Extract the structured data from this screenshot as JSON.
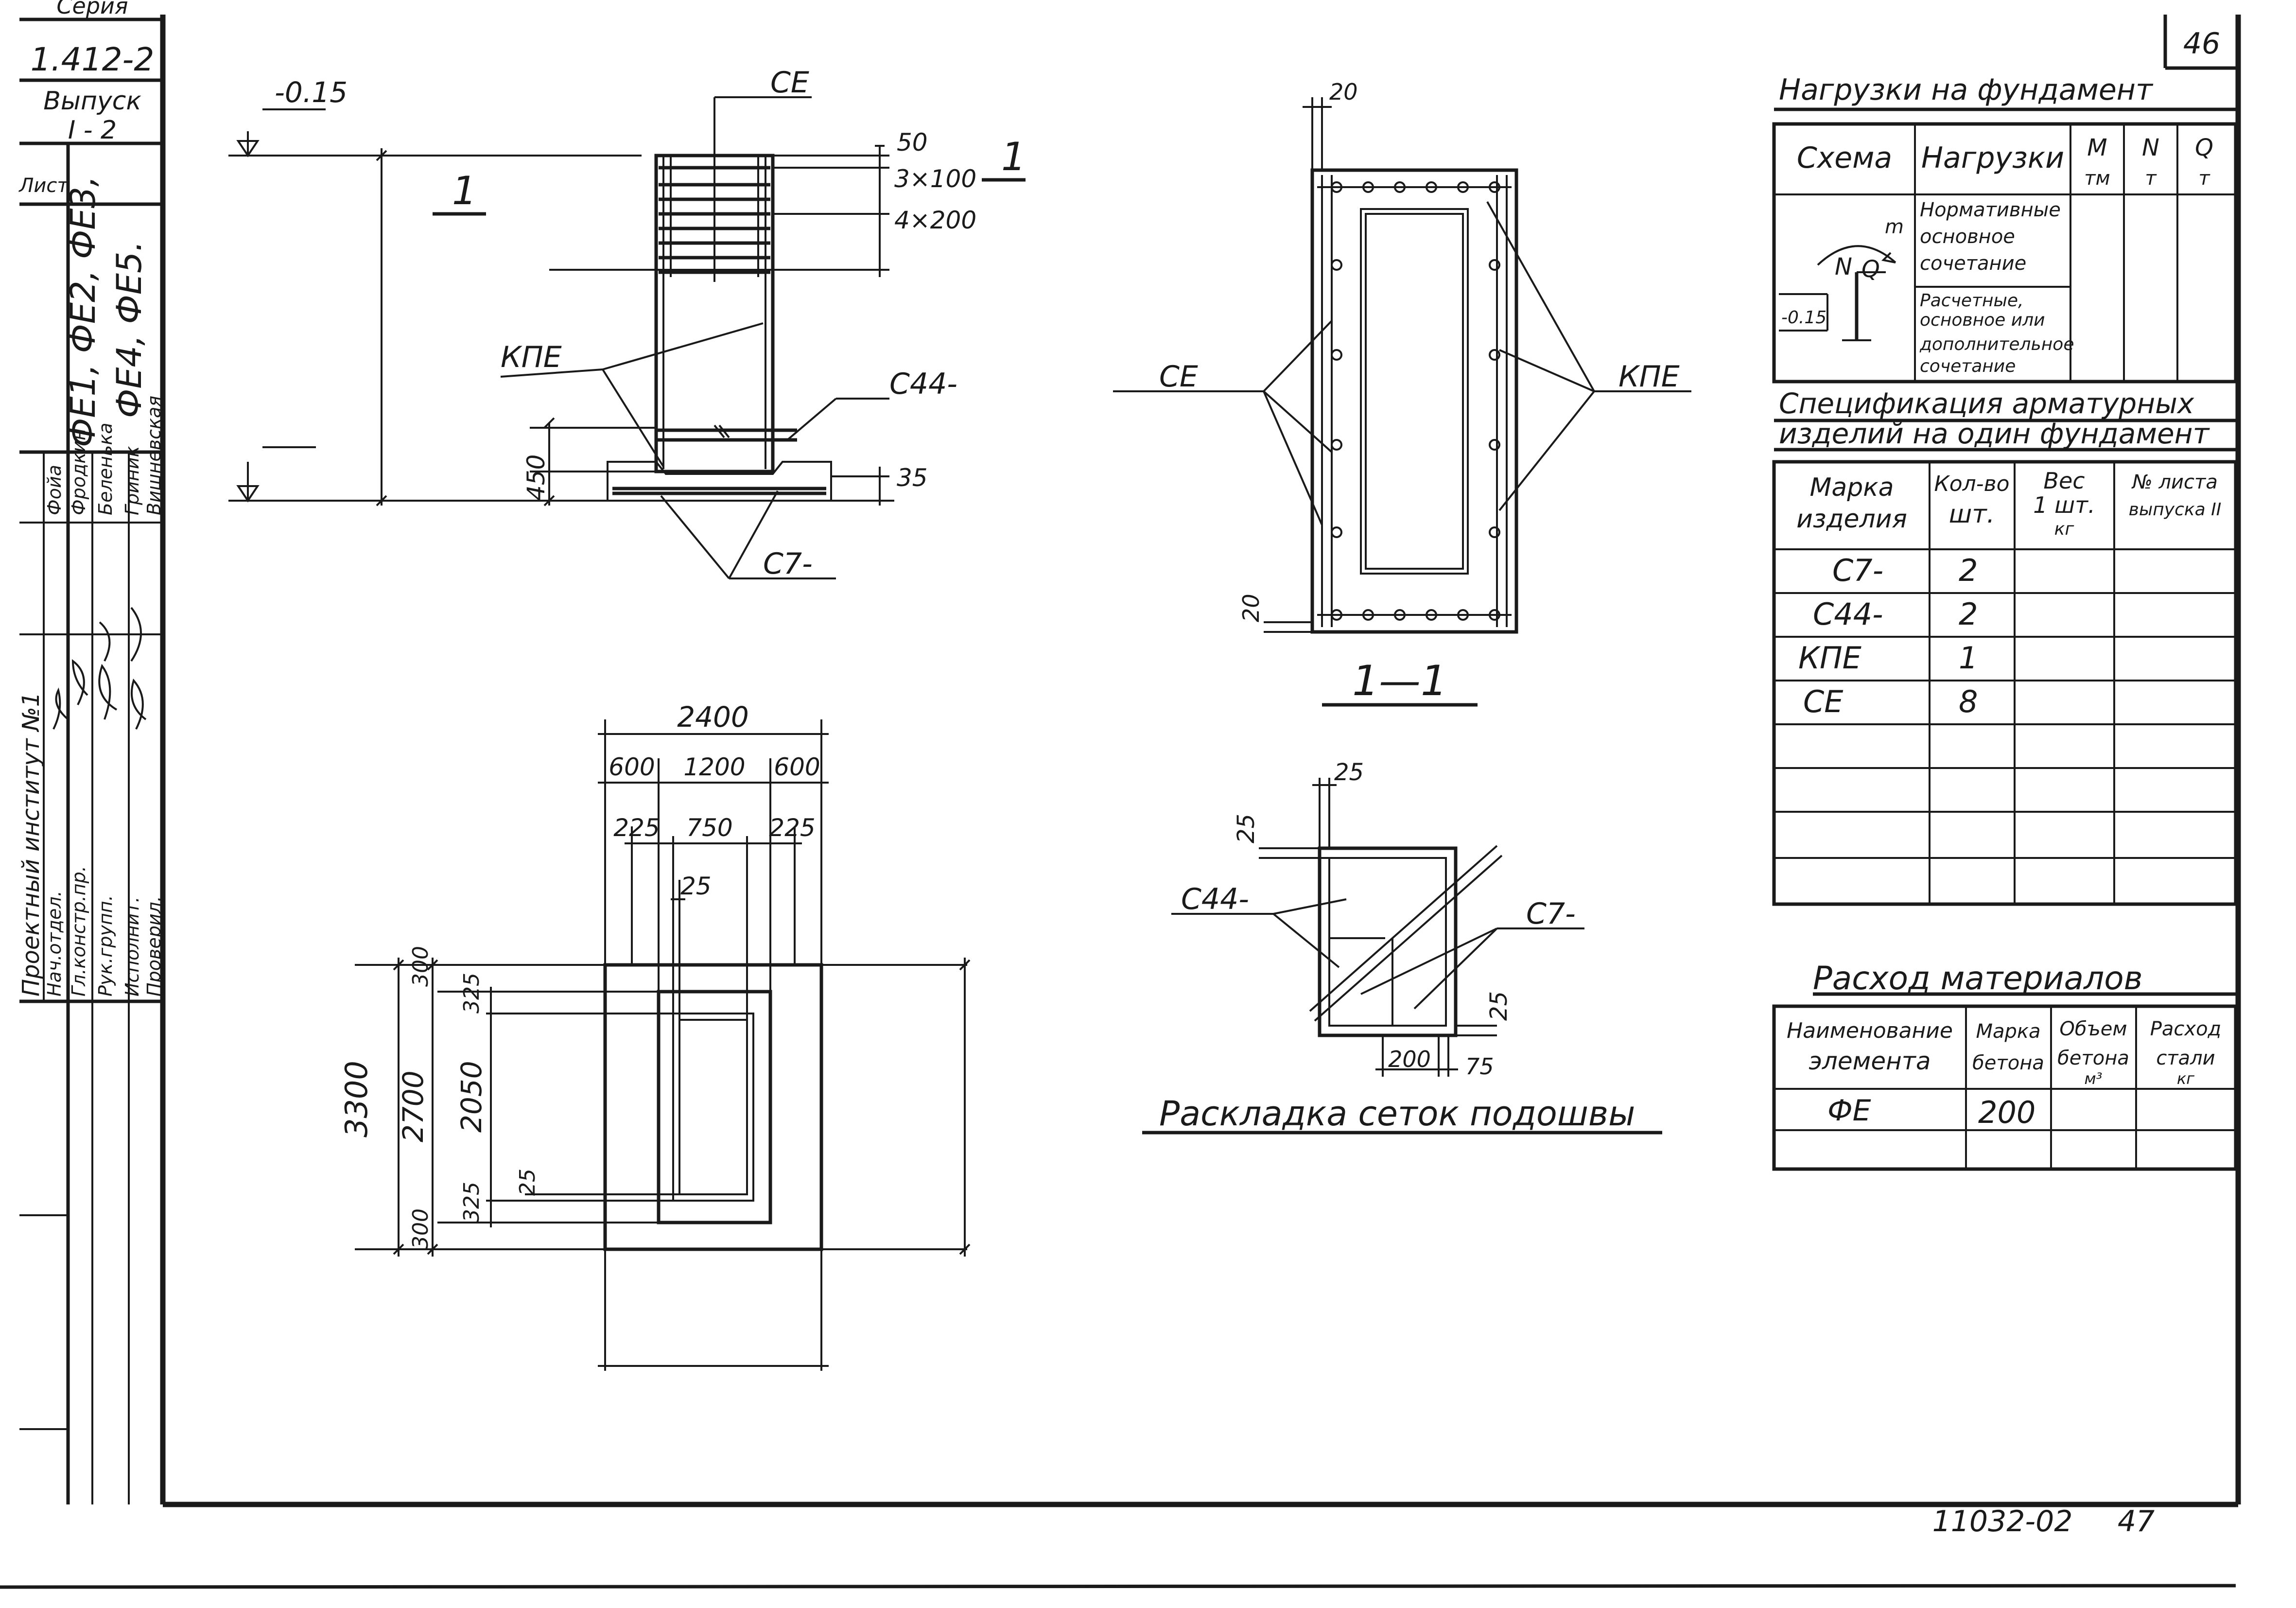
{
  "sheet": {
    "series_label": "Серия",
    "series": "1.412-2",
    "issue_label": "Выпуск",
    "issue": "I - 2",
    "sheet_label": "Лист",
    "marks_line1": "ФЕ1, ФЕ2, ФЕ3,",
    "marks_line2": "ФЕ4, ФЕ5.",
    "page_number": "46",
    "doc_code": "11032-02",
    "footer_page": "47"
  },
  "title_block": {
    "institute": "Проектный институт №1",
    "roles": [
      "Нач.отдел.",
      "Гл.констр.пр.",
      "Рук.групп.",
      "Исполнит.",
      "Проверил."
    ],
    "names": [
      "Фойа",
      "Фродкин",
      "Беленька",
      "Гриник",
      "Вишневская"
    ]
  },
  "section_view": {
    "level_top": "-0.15",
    "section_mark": "1",
    "label_ce": "СЕ",
    "label_kpe": "КПЕ",
    "label_c44": "С44-",
    "label_c7": "С7-",
    "dim_50": "50",
    "dim_3x100": "3×100",
    "dim_4x200": "4×200",
    "dim_450": "450",
    "dim_35": "35"
  },
  "cross_section": {
    "dim_20_top": "20",
    "dim_20_bottom": "20",
    "label_ce": "СЕ",
    "label_kpe": "КПЕ",
    "caption": "1—1"
  },
  "plan_view": {
    "dim_2400": "2400",
    "dim_600_left": "600",
    "dim_1200": "1200",
    "dim_600_right": "600",
    "dim_225_left": "225",
    "dim_750": "750",
    "dim_225_right": "225",
    "dim_25_top": "25",
    "dim_3300": "3300",
    "dim_2700": "2700",
    "dim_2050": "2050",
    "dim_300_top": "300",
    "dim_325_top": "325",
    "dim_325_bottom": "325",
    "dim_300_bottom": "300",
    "dim_25_side": "25"
  },
  "mesh_layout": {
    "dim_25_a": "25",
    "dim_25_b": "25",
    "dim_25_c": "25",
    "dim_200": "200",
    "dim_75": "75",
    "label_c44": "С44-",
    "label_c7": "С7-",
    "caption": "Раскладка сеток подошвы"
  },
  "loads_table": {
    "title": "Нагрузки на фундамент",
    "headers": [
      "Схема",
      "Нагрузки",
      "M",
      "N",
      "Q"
    ],
    "units": [
      "тм",
      "т",
      "т"
    ],
    "rows": [
      [
        "Нормативные",
        "основное",
        "сочетание"
      ],
      [
        "Расчетные,",
        "основное или",
        "дополнительное",
        "сочетание"
      ]
    ],
    "scheme_labels": {
      "m": "m",
      "n": "N",
      "q": "Q",
      "level": "-0.15"
    }
  },
  "spec_table": {
    "title_line1": "Спецификация арматурных",
    "title_line2": "изделий на один фундамент",
    "headers": [
      [
        "Марка",
        "изделия"
      ],
      [
        "Кол-во",
        "шт."
      ],
      [
        "Вес",
        "1 шт.",
        "кг"
      ],
      [
        "№ листа",
        "выпуска II"
      ]
    ],
    "rows": [
      {
        "mark": "С7-",
        "qty": "2"
      },
      {
        "mark": "С44-",
        "qty": "2"
      },
      {
        "mark": "КПЕ",
        "qty": "1"
      },
      {
        "mark": "СЕ",
        "qty": "8"
      }
    ]
  },
  "materials_table": {
    "title": "Расход материалов",
    "headers": [
      [
        "Наименование",
        "элемента"
      ],
      [
        "Марка",
        "бетона"
      ],
      [
        "Объем",
        "бетона",
        "м³"
      ],
      [
        "Расход",
        "стали",
        "кг"
      ]
    ],
    "rows": [
      {
        "name": "ФЕ",
        "grade": "200"
      }
    ]
  }
}
